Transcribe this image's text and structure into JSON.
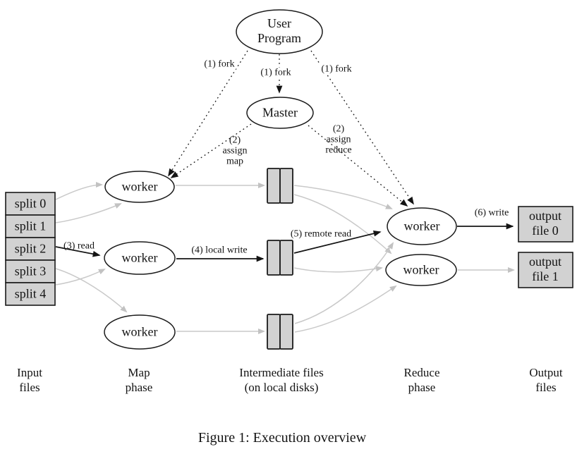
{
  "caption": "Figure 1: Execution overview",
  "nodes": {
    "user_program": {
      "line1": "User",
      "line2": "Program"
    },
    "master": {
      "label": "Master"
    },
    "map_workers": [
      {
        "label": "worker"
      },
      {
        "label": "worker"
      },
      {
        "label": "worker"
      }
    ],
    "reduce_workers": [
      {
        "label": "worker"
      },
      {
        "label": "worker"
      }
    ],
    "splits": [
      {
        "label": "split 0"
      },
      {
        "label": "split 1"
      },
      {
        "label": "split 2"
      },
      {
        "label": "split 3"
      },
      {
        "label": "split 4"
      }
    ],
    "outputs": [
      {
        "line1": "output",
        "line2": "file 0"
      },
      {
        "line1": "output",
        "line2": "file 1"
      }
    ],
    "intermediate_icons": [
      "disk-file-icon",
      "disk-file-icon",
      "disk-file-icon"
    ]
  },
  "edges": {
    "fork_left": "(1) fork",
    "fork_middle": "(1) fork",
    "fork_right": "(1) fork",
    "assign_map": {
      "line1": "(2)",
      "line2": "assign",
      "line3": "map"
    },
    "assign_reduce": {
      "line1": "(2)",
      "line2": "assign",
      "line3": "reduce"
    },
    "read": "(3) read",
    "local_write": "(4) local write",
    "remote_read": "(5) remote read",
    "write": "(6) write"
  },
  "phase_labels": [
    {
      "line1": "Input",
      "line2": "files"
    },
    {
      "line1": "Map",
      "line2": "phase"
    },
    {
      "line1": "Intermediate files",
      "line2": "(on local disks)"
    },
    {
      "line1": "Reduce",
      "line2": "phase"
    },
    {
      "line1": "Output",
      "line2": "files"
    }
  ],
  "colors": {
    "background": "#ffffff",
    "ink": "#141414",
    "box_fill": "#d2d2d2",
    "gray_arrow": "#c9c9c9"
  }
}
